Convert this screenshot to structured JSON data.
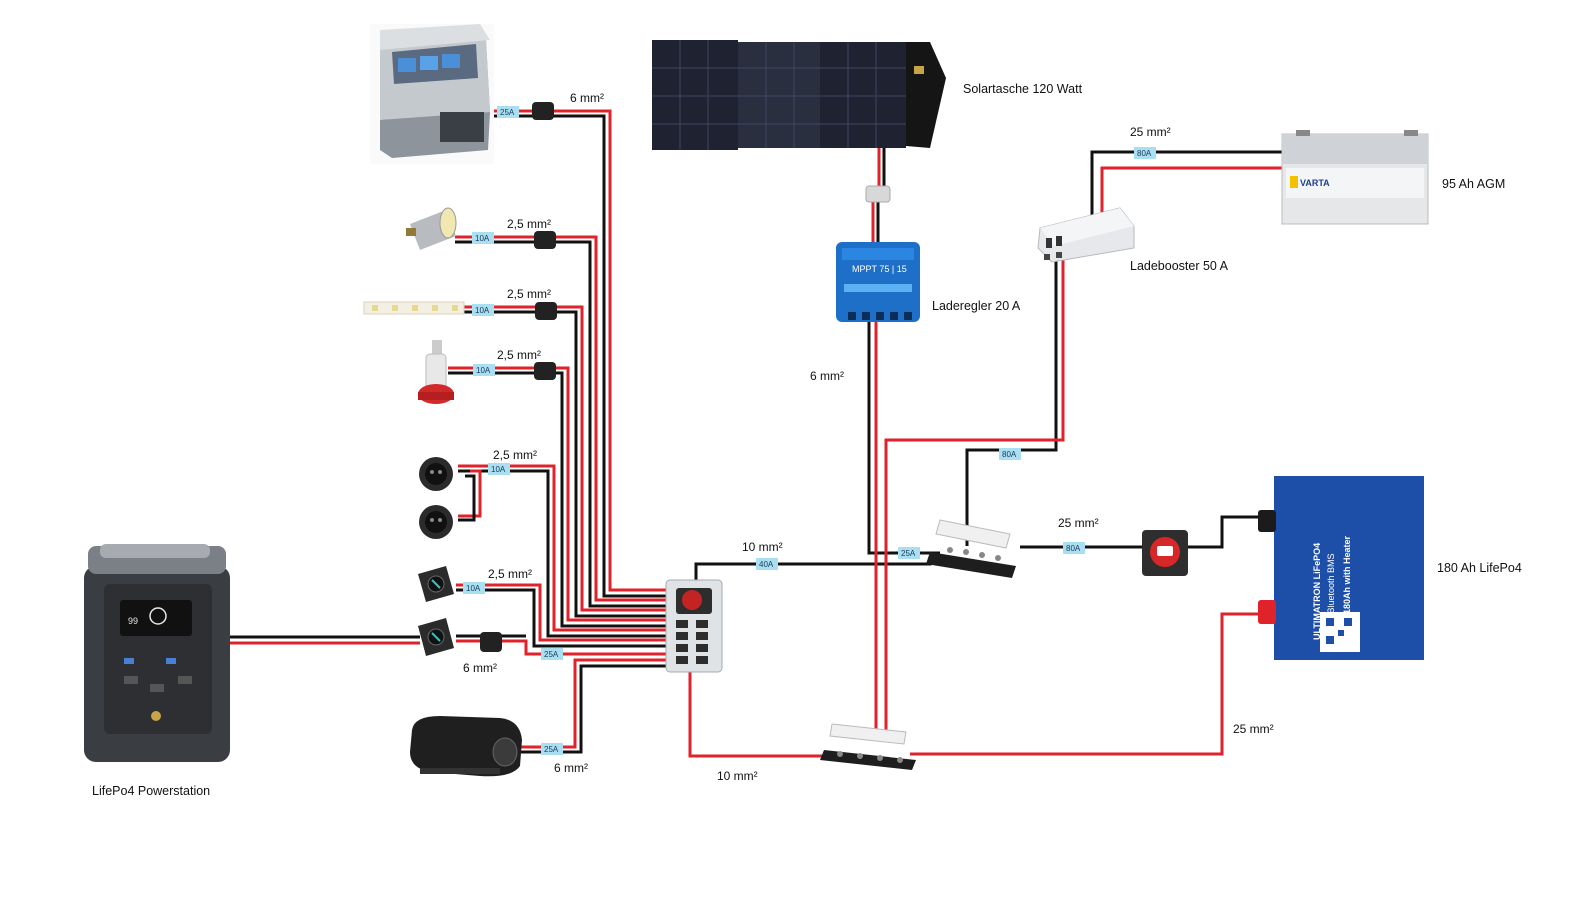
{
  "colors": {
    "positive": "#e0222b",
    "negative": "#111111",
    "fuse": "#a9dff0",
    "panel": "#1e4fa8"
  },
  "captions": {
    "solar": "Solartasche 120 Watt",
    "agm": "95 Ah AGM",
    "booster": "Ladebooster 50 A",
    "regler": "Laderegler 20 A",
    "lifepo_battery": "180 Ah LifePo4",
    "powerstation": "LifePo4 Powerstation"
  },
  "cables": {
    "fridge": "6 mm²",
    "lamp": "2,5 mm²",
    "strip": "2,5 mm²",
    "pump": "2,5 mm²",
    "usb": "2,5 mm²",
    "socket": "2,5 mm²",
    "powerstation": "6 mm²",
    "heater": "6 mm²",
    "solar": "6 mm²",
    "agm": "25 mm²",
    "battery_pos": "25 mm²",
    "switch": "25 mm²",
    "fusebox_pos": "10 mm²",
    "fusebox_neg": "10 mm²"
  },
  "fuses": {
    "fridge": "25A",
    "lamp": "10A",
    "strip": "10A",
    "pump": "10A",
    "usb": "10A",
    "socket": "10A",
    "powerstation": "25A",
    "heater": "25A",
    "fusebox": "40A",
    "busbar": "25A",
    "switch": "80A",
    "booster": "80A",
    "agm": "80A"
  },
  "device_text": {
    "varta": "VARTA",
    "mppt": "MPPT 75 | 15",
    "battery_brand": "ULTIMATRON LiFePO4",
    "battery_spec": "12.8V 180Ah with Heater",
    "battery_sub": "Smart Bluetooth BMS",
    "powerstation_display": "99"
  }
}
